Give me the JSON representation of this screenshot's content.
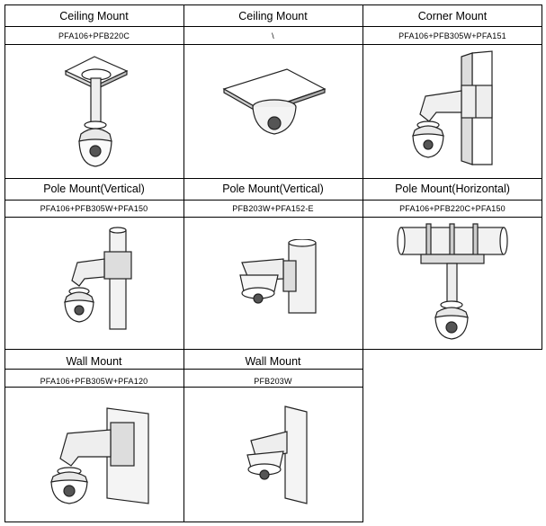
{
  "mounts": [
    {
      "title": "Ceiling Mount",
      "accessory": "PFA106+PFB220C",
      "icon": "ceiling-pendant-mount-icon"
    },
    {
      "title": "Ceiling Mount",
      "accessory": "\\",
      "icon": "ceiling-flush-mount-icon"
    },
    {
      "title": "Corner Mount",
      "accessory": "PFA106+PFB305W+PFA151",
      "icon": "corner-mount-icon"
    },
    {
      "title": "Pole Mount(Vertical)",
      "accessory": "PFA106+PFB305W+PFA150",
      "icon": "pole-vertical-mount-icon"
    },
    {
      "title": "Pole Mount(Vertical)",
      "accessory": "PFB203W+PFA152-E",
      "icon": "pole-vertical-bracket-icon"
    },
    {
      "title": "Pole Mount(Horizontal)",
      "accessory": "PFA106+PFB220C+PFA150",
      "icon": "pole-horizontal-mount-icon"
    },
    {
      "title": "Wall Mount",
      "accessory": "PFA106+PFB305W+PFA120",
      "icon": "wall-mount-icon"
    },
    {
      "title": "Wall Mount",
      "accessory": "PFB203W",
      "icon": "wall-bracket-mount-icon"
    }
  ]
}
